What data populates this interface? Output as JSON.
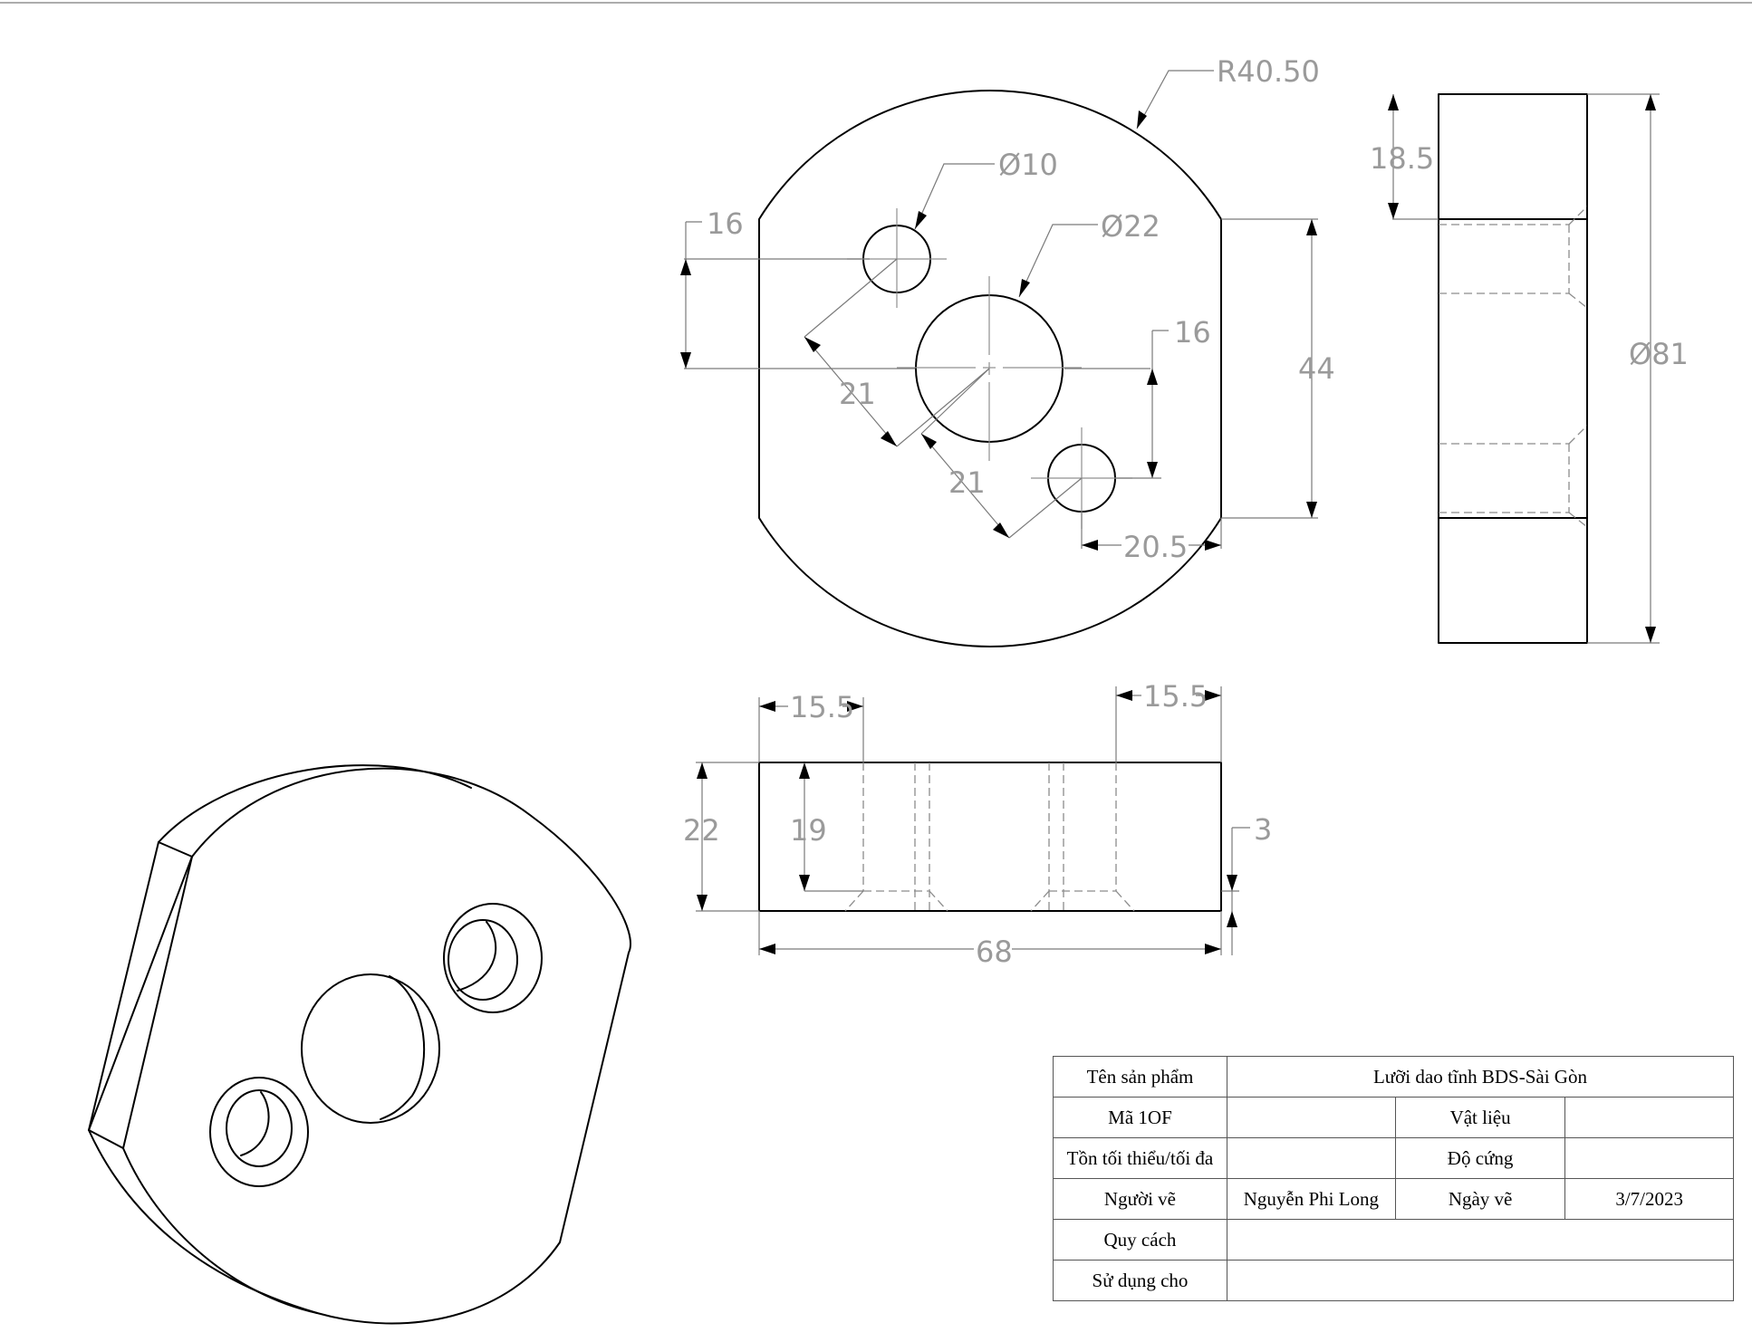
{
  "dimensions": {
    "radius_outer": "R40.50",
    "dia_small_hole": "Ø10",
    "dia_center_hole": "Ø22",
    "offset_left_vertical": "16",
    "offset_right_vertical": "16",
    "flat_width": "44",
    "diag_1": "21",
    "diag_2": "21",
    "hole_to_flat": "20.5",
    "side_step": "18.5",
    "dia_outer": "Ø81",
    "counterbore_left": "15.5",
    "counterbore_right": "15.5",
    "thickness_total": "22",
    "thickness_inner": "19",
    "chamfer": "3",
    "length_total": "68"
  },
  "title_block": {
    "product_name_label": "Tên sản phẩm",
    "product_name_value": "Lưỡi dao tĩnh BDS-Sài Gòn",
    "code_label": "Mã 1OF",
    "code_value": "",
    "material_label": "Vật liệu",
    "material_value": "",
    "stock_label": "Tồn tối thiểu/tối đa",
    "stock_value": "",
    "hardness_label": "Độ cứng",
    "hardness_value": "",
    "drawer_label": "Người vẽ",
    "drawer_value": "Nguyễn Phi Long",
    "date_label": "Ngày vẽ",
    "date_value": "3/7/2023",
    "spec_label": "Quy cách",
    "spec_value": "",
    "usage_label": "Sử dụng cho",
    "usage_value": ""
  },
  "colors": {
    "line": "#000000",
    "dimension": "#7a7a7a",
    "dimension_text": "#9a9a9a"
  }
}
